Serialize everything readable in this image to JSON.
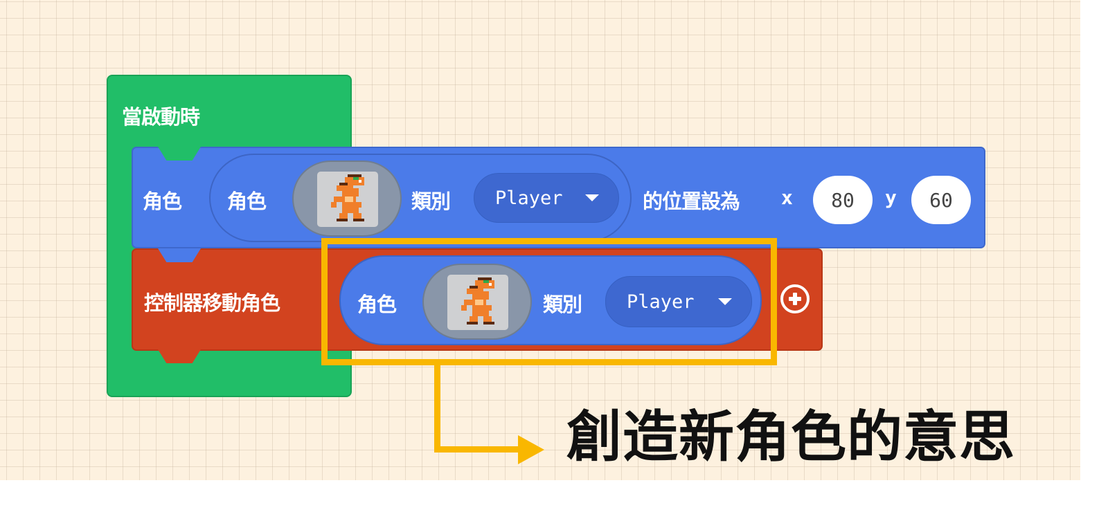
{
  "colors": {
    "hat_block": "#21be68",
    "sprite_block": "#4b7be9",
    "controller_block": "#d2431f",
    "highlight": "#f9b700",
    "workspace": "#fdf1df"
  },
  "hat_block": {
    "label": "當啟動時"
  },
  "set_position_block": {
    "prefix": "角色",
    "sprite_reporter": {
      "label": "角色",
      "image_icon": "dinosaur-sprite-icon",
      "kind_label": "類別",
      "kind_value": "Player"
    },
    "action_label": "的位置設為",
    "x_label": "x",
    "x_value": "80",
    "y_label": "y",
    "y_value": "60"
  },
  "controller_block": {
    "label": "控制器移動角色",
    "sprite_reporter": {
      "label": "角色",
      "image_icon": "dinosaur-sprite-icon",
      "kind_label": "類別",
      "kind_value": "Player"
    },
    "add_icon": "plus-circle-icon"
  },
  "annotation": {
    "text": "創造新角色的意思"
  }
}
